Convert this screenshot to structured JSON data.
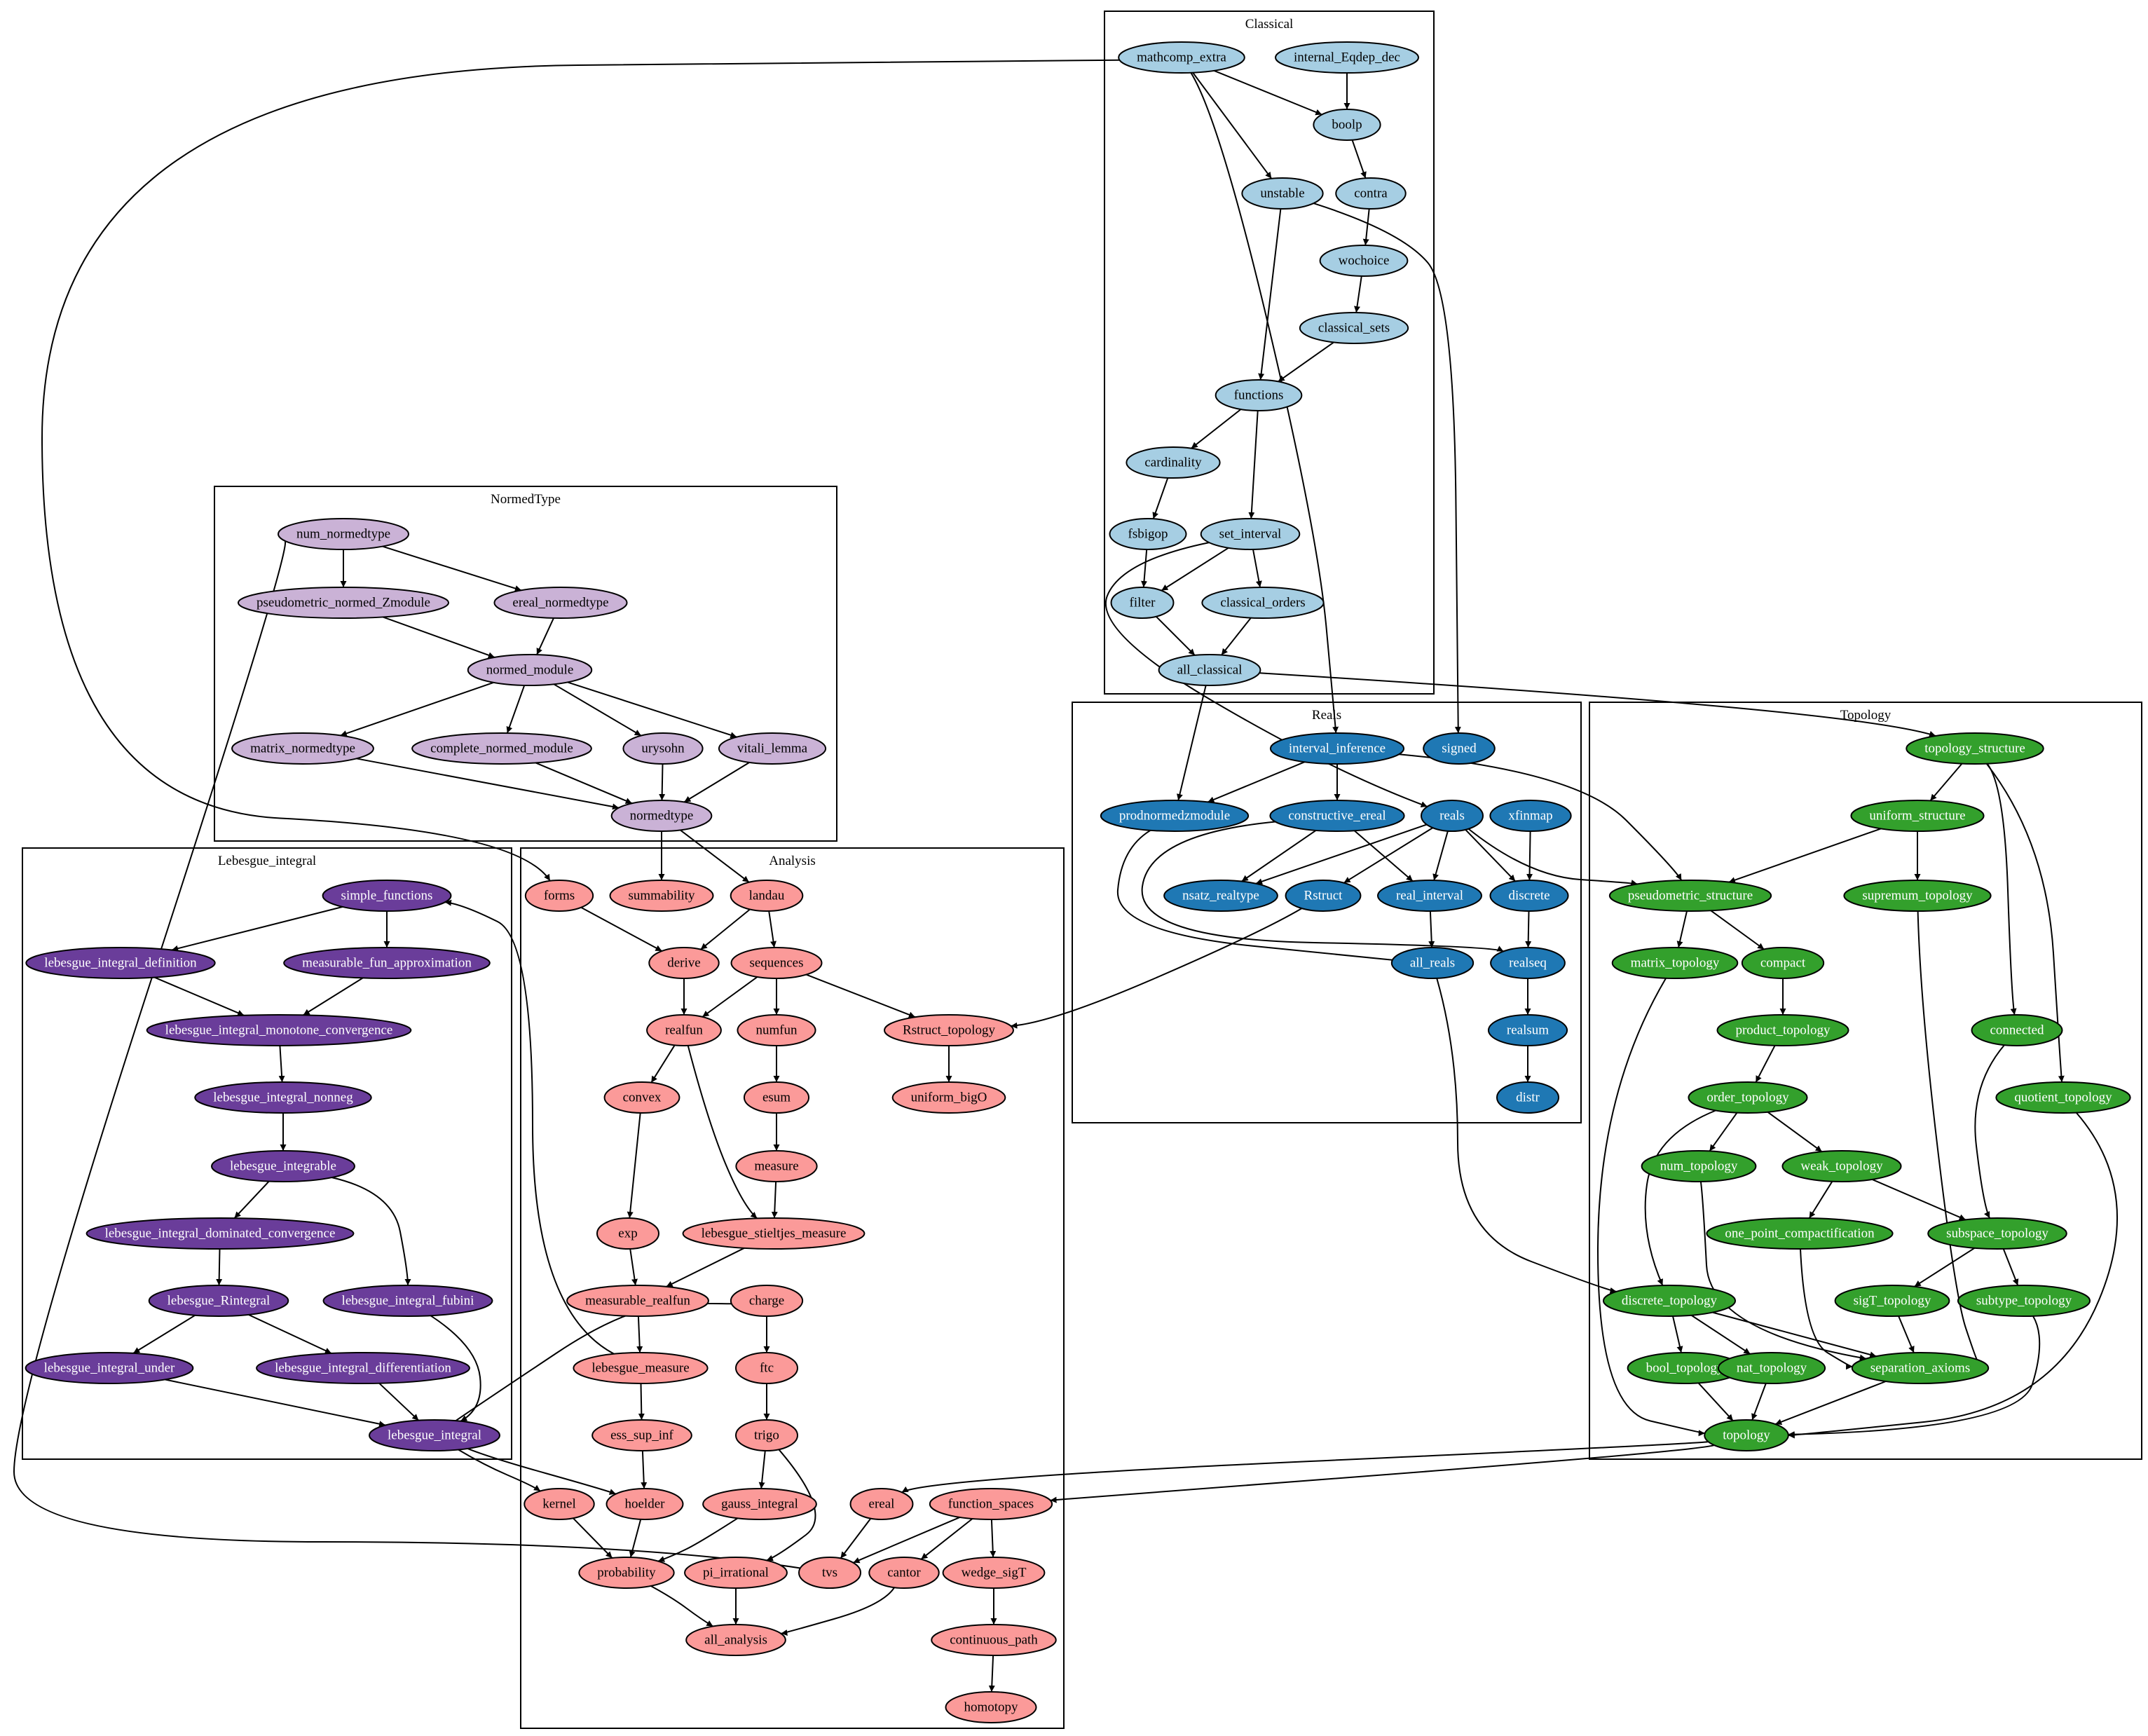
{
  "palette": {
    "Classical": {
      "fill": "#a6cee3",
      "text": "#000000"
    },
    "NormedType": {
      "fill": "#cab2d6",
      "text": "#000000"
    },
    "Reals": {
      "fill": "#1f78b4",
      "text": "#ffffff"
    },
    "Topology": {
      "fill": "#33a02c",
      "text": "#ffffff"
    },
    "Lebesgue_integral": {
      "fill": "#6a3d9a",
      "text": "#ffffff"
    },
    "Analysis": {
      "fill": "#fb9a99",
      "text": "#000000"
    }
  },
  "clusters": [
    {
      "id": "Classical",
      "label": "Classical"
    },
    {
      "id": "NormedType",
      "label": "NormedType"
    },
    {
      "id": "Reals",
      "label": "Reals"
    },
    {
      "id": "Topology",
      "label": "Topology"
    },
    {
      "id": "Lebesgue_integral",
      "label": "Lebesgue_integral"
    },
    {
      "id": "Analysis",
      "label": "Analysis"
    }
  ],
  "nodes": [
    {
      "id": "mathcomp_extra",
      "label": "mathcomp_extra",
      "cluster": "Classical"
    },
    {
      "id": "internal_Eqdep_dec",
      "label": "internal_Eqdep_dec",
      "cluster": "Classical"
    },
    {
      "id": "boolp",
      "label": "boolp",
      "cluster": "Classical"
    },
    {
      "id": "unstable",
      "label": "unstable",
      "cluster": "Classical"
    },
    {
      "id": "contra",
      "label": "contra",
      "cluster": "Classical"
    },
    {
      "id": "wochoice",
      "label": "wochoice",
      "cluster": "Classical"
    },
    {
      "id": "classical_sets",
      "label": "classical_sets",
      "cluster": "Classical"
    },
    {
      "id": "functions",
      "label": "functions",
      "cluster": "Classical"
    },
    {
      "id": "cardinality",
      "label": "cardinality",
      "cluster": "Classical"
    },
    {
      "id": "fsbigop",
      "label": "fsbigop",
      "cluster": "Classical"
    },
    {
      "id": "set_interval",
      "label": "set_interval",
      "cluster": "Classical"
    },
    {
      "id": "filter",
      "label": "filter",
      "cluster": "Classical"
    },
    {
      "id": "classical_orders",
      "label": "classical_orders",
      "cluster": "Classical"
    },
    {
      "id": "all_classical",
      "label": "all_classical",
      "cluster": "Classical"
    },
    {
      "id": "num_normedtype",
      "label": "num_normedtype",
      "cluster": "NormedType"
    },
    {
      "id": "pseudometric_normed_Zmodule",
      "label": "pseudometric_normed_Zmodule",
      "cluster": "NormedType"
    },
    {
      "id": "ereal_normedtype",
      "label": "ereal_normedtype",
      "cluster": "NormedType"
    },
    {
      "id": "normed_module",
      "label": "normed_module",
      "cluster": "NormedType"
    },
    {
      "id": "matrix_normedtype",
      "label": "matrix_normedtype",
      "cluster": "NormedType"
    },
    {
      "id": "complete_normed_module",
      "label": "complete_normed_module",
      "cluster": "NormedType"
    },
    {
      "id": "urysohn",
      "label": "urysohn",
      "cluster": "NormedType"
    },
    {
      "id": "vitali_lemma",
      "label": "vitali_lemma",
      "cluster": "NormedType"
    },
    {
      "id": "normedtype",
      "label": "normedtype",
      "cluster": "NormedType"
    },
    {
      "id": "interval_inference",
      "label": "interval_inference",
      "cluster": "Reals"
    },
    {
      "id": "signed",
      "label": "signed",
      "cluster": "Reals"
    },
    {
      "id": "prodnormedzmodule",
      "label": "prodnormedzmodule",
      "cluster": "Reals"
    },
    {
      "id": "constructive_ereal",
      "label": "constructive_ereal",
      "cluster": "Reals"
    },
    {
      "id": "reals",
      "label": "reals",
      "cluster": "Reals"
    },
    {
      "id": "xfinmap",
      "label": "xfinmap",
      "cluster": "Reals"
    },
    {
      "id": "nsatz_realtype",
      "label": "nsatz_realtype",
      "cluster": "Reals"
    },
    {
      "id": "Rstruct",
      "label": "Rstruct",
      "cluster": "Reals"
    },
    {
      "id": "real_interval",
      "label": "real_interval",
      "cluster": "Reals"
    },
    {
      "id": "discrete",
      "label": "discrete",
      "cluster": "Reals"
    },
    {
      "id": "all_reals",
      "label": "all_reals",
      "cluster": "Reals"
    },
    {
      "id": "realseq",
      "label": "realseq",
      "cluster": "Reals"
    },
    {
      "id": "realsum",
      "label": "realsum",
      "cluster": "Reals"
    },
    {
      "id": "distr",
      "label": "distr",
      "cluster": "Reals"
    },
    {
      "id": "topology_structure",
      "label": "topology_structure",
      "cluster": "Topology"
    },
    {
      "id": "uniform_structure",
      "label": "uniform_structure",
      "cluster": "Topology"
    },
    {
      "id": "pseudometric_structure",
      "label": "pseudometric_structure",
      "cluster": "Topology"
    },
    {
      "id": "supremum_topology",
      "label": "supremum_topology",
      "cluster": "Topology"
    },
    {
      "id": "matrix_topology",
      "label": "matrix_topology",
      "cluster": "Topology"
    },
    {
      "id": "compact",
      "label": "compact",
      "cluster": "Topology"
    },
    {
      "id": "product_topology",
      "label": "product_topology",
      "cluster": "Topology"
    },
    {
      "id": "connected",
      "label": "connected",
      "cluster": "Topology"
    },
    {
      "id": "order_topology",
      "label": "order_topology",
      "cluster": "Topology"
    },
    {
      "id": "quotient_topology",
      "label": "quotient_topology",
      "cluster": "Topology"
    },
    {
      "id": "num_topology",
      "label": "num_topology",
      "cluster": "Topology"
    },
    {
      "id": "weak_topology",
      "label": "weak_topology",
      "cluster": "Topology"
    },
    {
      "id": "one_point_compactification",
      "label": "one_point_compactification",
      "cluster": "Topology"
    },
    {
      "id": "subspace_topology",
      "label": "subspace_topology",
      "cluster": "Topology"
    },
    {
      "id": "discrete_topology",
      "label": "discrete_topology",
      "cluster": "Topology"
    },
    {
      "id": "sigT_topology",
      "label": "sigT_topology",
      "cluster": "Topology"
    },
    {
      "id": "subtype_topology",
      "label": "subtype_topology",
      "cluster": "Topology"
    },
    {
      "id": "bool_topology",
      "label": "bool_topology",
      "cluster": "Topology"
    },
    {
      "id": "nat_topology",
      "label": "nat_topology",
      "cluster": "Topology"
    },
    {
      "id": "separation_axioms",
      "label": "separation_axioms",
      "cluster": "Topology"
    },
    {
      "id": "topology",
      "label": "topology",
      "cluster": "Topology"
    },
    {
      "id": "simple_functions",
      "label": "simple_functions",
      "cluster": "Lebesgue_integral"
    },
    {
      "id": "lebesgue_integral_definition",
      "label": "lebesgue_integral_definition",
      "cluster": "Lebesgue_integral"
    },
    {
      "id": "measurable_fun_approximation",
      "label": "measurable_fun_approximation",
      "cluster": "Lebesgue_integral"
    },
    {
      "id": "lebesgue_integral_monotone_convergence",
      "label": "lebesgue_integral_monotone_convergence",
      "cluster": "Lebesgue_integral"
    },
    {
      "id": "lebesgue_integral_nonneg",
      "label": "lebesgue_integral_nonneg",
      "cluster": "Lebesgue_integral"
    },
    {
      "id": "lebesgue_integrable",
      "label": "lebesgue_integrable",
      "cluster": "Lebesgue_integral"
    },
    {
      "id": "lebesgue_integral_dominated_convergence",
      "label": "lebesgue_integral_dominated_convergence",
      "cluster": "Lebesgue_integral"
    },
    {
      "id": "lebesgue_Rintegral",
      "label": "lebesgue_Rintegral",
      "cluster": "Lebesgue_integral"
    },
    {
      "id": "lebesgue_integral_fubini",
      "label": "lebesgue_integral_fubini",
      "cluster": "Lebesgue_integral"
    },
    {
      "id": "lebesgue_integral_under",
      "label": "lebesgue_integral_under",
      "cluster": "Lebesgue_integral"
    },
    {
      "id": "lebesgue_integral_differentiation",
      "label": "lebesgue_integral_differentiation",
      "cluster": "Lebesgue_integral"
    },
    {
      "id": "lebesgue_integral",
      "label": "lebesgue_integral",
      "cluster": "Lebesgue_integral"
    },
    {
      "id": "forms",
      "label": "forms",
      "cluster": "Analysis"
    },
    {
      "id": "summability",
      "label": "summability",
      "cluster": "Analysis"
    },
    {
      "id": "landau",
      "label": "landau",
      "cluster": "Analysis"
    },
    {
      "id": "derive",
      "label": "derive",
      "cluster": "Analysis"
    },
    {
      "id": "sequences",
      "label": "sequences",
      "cluster": "Analysis"
    },
    {
      "id": "realfun",
      "label": "realfun",
      "cluster": "Analysis"
    },
    {
      "id": "numfun",
      "label": "numfun",
      "cluster": "Analysis"
    },
    {
      "id": "Rstruct_topology",
      "label": "Rstruct_topology",
      "cluster": "Analysis"
    },
    {
      "id": "convex",
      "label": "convex",
      "cluster": "Analysis"
    },
    {
      "id": "esum",
      "label": "esum",
      "cluster": "Analysis"
    },
    {
      "id": "uniform_bigO",
      "label": "uniform_bigO",
      "cluster": "Analysis"
    },
    {
      "id": "measure",
      "label": "measure",
      "cluster": "Analysis"
    },
    {
      "id": "exp",
      "label": "exp",
      "cluster": "Analysis"
    },
    {
      "id": "lebesgue_stieltjes_measure",
      "label": "lebesgue_stieltjes_measure",
      "cluster": "Analysis"
    },
    {
      "id": "measurable_realfun",
      "label": "measurable_realfun",
      "cluster": "Analysis"
    },
    {
      "id": "charge",
      "label": "charge",
      "cluster": "Analysis"
    },
    {
      "id": "lebesgue_measure",
      "label": "lebesgue_measure",
      "cluster": "Analysis"
    },
    {
      "id": "ftc",
      "label": "ftc",
      "cluster": "Analysis"
    },
    {
      "id": "ess_sup_inf",
      "label": "ess_sup_inf",
      "cluster": "Analysis"
    },
    {
      "id": "trigo",
      "label": "trigo",
      "cluster": "Analysis"
    },
    {
      "id": "kernel",
      "label": "kernel",
      "cluster": "Analysis"
    },
    {
      "id": "hoelder",
      "label": "hoelder",
      "cluster": "Analysis"
    },
    {
      "id": "gauss_integral",
      "label": "gauss_integral",
      "cluster": "Analysis"
    },
    {
      "id": "ereal",
      "label": "ereal",
      "cluster": "Analysis"
    },
    {
      "id": "function_spaces",
      "label": "function_spaces",
      "cluster": "Analysis"
    },
    {
      "id": "probability",
      "label": "probability",
      "cluster": "Analysis"
    },
    {
      "id": "pi_irrational",
      "label": "pi_irrational",
      "cluster": "Analysis"
    },
    {
      "id": "tvs",
      "label": "tvs",
      "cluster": "Analysis"
    },
    {
      "id": "cantor",
      "label": "cantor",
      "cluster": "Analysis"
    },
    {
      "id": "wedge_sigT",
      "label": "wedge_sigT",
      "cluster": "Analysis"
    },
    {
      "id": "all_analysis",
      "label": "all_analysis",
      "cluster": "Analysis"
    },
    {
      "id": "continuous_path",
      "label": "continuous_path",
      "cluster": "Analysis"
    },
    {
      "id": "homotopy",
      "label": "homotopy",
      "cluster": "Analysis"
    }
  ],
  "edges": [
    [
      "mathcomp_extra",
      "boolp"
    ],
    [
      "internal_Eqdep_dec",
      "boolp"
    ],
    [
      "mathcomp_extra",
      "unstable"
    ],
    [
      "mathcomp_extra",
      "interval_inference"
    ],
    [
      "mathcomp_extra",
      "forms"
    ],
    [
      "boolp",
      "contra"
    ],
    [
      "contra",
      "wochoice"
    ],
    [
      "wochoice",
      "classical_sets"
    ],
    [
      "unstable",
      "functions"
    ],
    [
      "unstable",
      "signed"
    ],
    [
      "classical_sets",
      "functions"
    ],
    [
      "functions",
      "cardinality"
    ],
    [
      "functions",
      "set_interval"
    ],
    [
      "cardinality",
      "fsbigop"
    ],
    [
      "fsbigop",
      "filter"
    ],
    [
      "set_interval",
      "filter"
    ],
    [
      "set_interval",
      "classical_orders"
    ],
    [
      "set_interval",
      "reals"
    ],
    [
      "filter",
      "all_classical"
    ],
    [
      "classical_orders",
      "all_classical"
    ],
    [
      "all_classical",
      "prodnormedzmodule"
    ],
    [
      "all_classical",
      "topology_structure"
    ],
    [
      "num_normedtype",
      "pseudometric_normed_Zmodule"
    ],
    [
      "num_normedtype",
      "ereal_normedtype"
    ],
    [
      "pseudometric_normed_Zmodule",
      "normed_module"
    ],
    [
      "ereal_normedtype",
      "normed_module"
    ],
    [
      "normed_module",
      "matrix_normedtype"
    ],
    [
      "normed_module",
      "complete_normed_module"
    ],
    [
      "normed_module",
      "urysohn"
    ],
    [
      "normed_module",
      "vitali_lemma"
    ],
    [
      "matrix_normedtype",
      "normedtype"
    ],
    [
      "complete_normed_module",
      "normedtype"
    ],
    [
      "urysohn",
      "normedtype"
    ],
    [
      "vitali_lemma",
      "normedtype"
    ],
    [
      "normedtype",
      "summability"
    ],
    [
      "normedtype",
      "landau"
    ],
    [
      "interval_inference",
      "prodnormedzmodule"
    ],
    [
      "interval_inference",
      "constructive_ereal"
    ],
    [
      "interval_inference",
      "pseudometric_structure"
    ],
    [
      "constructive_ereal",
      "nsatz_realtype"
    ],
    [
      "constructive_ereal",
      "real_interval"
    ],
    [
      "constructive_ereal",
      "realseq"
    ],
    [
      "reals",
      "nsatz_realtype"
    ],
    [
      "reals",
      "Rstruct"
    ],
    [
      "reals",
      "real_interval"
    ],
    [
      "reals",
      "discrete"
    ],
    [
      "reals",
      "pseudometric_structure"
    ],
    [
      "xfinmap",
      "discrete"
    ],
    [
      "real_interval",
      "all_reals"
    ],
    [
      "prodnormedzmodule",
      "all_reals"
    ],
    [
      "discrete",
      "realseq"
    ],
    [
      "realseq",
      "realsum"
    ],
    [
      "realsum",
      "distr"
    ],
    [
      "Rstruct",
      "Rstruct_topology"
    ],
    [
      "all_reals",
      "discrete_topology"
    ],
    [
      "topology_structure",
      "uniform_structure"
    ],
    [
      "topology_structure",
      "connected"
    ],
    [
      "topology_structure",
      "quotient_topology"
    ],
    [
      "uniform_structure",
      "pseudometric_structure"
    ],
    [
      "uniform_structure",
      "supremum_topology"
    ],
    [
      "pseudometric_structure",
      "matrix_topology"
    ],
    [
      "pseudometric_structure",
      "compact"
    ],
    [
      "compact",
      "product_topology"
    ],
    [
      "product_topology",
      "order_topology"
    ],
    [
      "order_topology",
      "num_topology"
    ],
    [
      "order_topology",
      "weak_topology"
    ],
    [
      "order_topology",
      "discrete_topology"
    ],
    [
      "weak_topology",
      "one_point_compactification"
    ],
    [
      "weak_topology",
      "subspace_topology"
    ],
    [
      "connected",
      "subspace_topology"
    ],
    [
      "subspace_topology",
      "sigT_topology"
    ],
    [
      "subspace_topology",
      "subtype_topology"
    ],
    [
      "discrete_topology",
      "bool_topology"
    ],
    [
      "discrete_topology",
      "nat_topology"
    ],
    [
      "discrete_topology",
      "separation_axioms"
    ],
    [
      "sigT_topology",
      "separation_axioms"
    ],
    [
      "num_topology",
      "separation_axioms"
    ],
    [
      "one_point_compactification",
      "separation_axioms"
    ],
    [
      "supremum_topology",
      "separation_axioms"
    ],
    [
      "bool_topology",
      "topology"
    ],
    [
      "nat_topology",
      "topology"
    ],
    [
      "separation_axioms",
      "topology"
    ],
    [
      "matrix_topology",
      "topology"
    ],
    [
      "subtype_topology",
      "topology"
    ],
    [
      "quotient_topology",
      "topology"
    ],
    [
      "topology",
      "ereal"
    ],
    [
      "topology",
      "function_spaces"
    ],
    [
      "simple_functions",
      "lebesgue_integral_definition"
    ],
    [
      "simple_functions",
      "measurable_fun_approximation"
    ],
    [
      "lebesgue_integral_definition",
      "lebesgue_integral_monotone_convergence"
    ],
    [
      "measurable_fun_approximation",
      "lebesgue_integral_monotone_convergence"
    ],
    [
      "lebesgue_integral_monotone_convergence",
      "lebesgue_integral_nonneg"
    ],
    [
      "lebesgue_integral_nonneg",
      "lebesgue_integrable"
    ],
    [
      "lebesgue_integrable",
      "lebesgue_integral_dominated_convergence"
    ],
    [
      "lebesgue_integrable",
      "lebesgue_integral_fubini"
    ],
    [
      "lebesgue_integral_dominated_convergence",
      "lebesgue_Rintegral"
    ],
    [
      "lebesgue_Rintegral",
      "lebesgue_integral_under"
    ],
    [
      "lebesgue_Rintegral",
      "lebesgue_integral_differentiation"
    ],
    [
      "lebesgue_integral_under",
      "lebesgue_integral"
    ],
    [
      "lebesgue_integral_differentiation",
      "lebesgue_integral"
    ],
    [
      "lebesgue_integral_fubini",
      "lebesgue_integral"
    ],
    [
      "lebesgue_integral",
      "charge"
    ],
    [
      "lebesgue_integral",
      "kernel"
    ],
    [
      "lebesgue_integral",
      "hoelder"
    ],
    [
      "forms",
      "derive"
    ],
    [
      "landau",
      "derive"
    ],
    [
      "landau",
      "sequences"
    ],
    [
      "derive",
      "realfun"
    ],
    [
      "sequences",
      "realfun"
    ],
    [
      "sequences",
      "numfun"
    ],
    [
      "sequences",
      "Rstruct_topology"
    ],
    [
      "Rstruct_topology",
      "uniform_bigO"
    ],
    [
      "realfun",
      "convex"
    ],
    [
      "realfun",
      "lebesgue_stieltjes_measure"
    ],
    [
      "numfun",
      "esum"
    ],
    [
      "esum",
      "measure"
    ],
    [
      "measure",
      "lebesgue_stieltjes_measure"
    ],
    [
      "convex",
      "exp"
    ],
    [
      "exp",
      "measurable_realfun"
    ],
    [
      "lebesgue_stieltjes_measure",
      "measurable_realfun"
    ],
    [
      "measurable_realfun",
      "lebesgue_measure"
    ],
    [
      "lebesgue_measure",
      "simple_functions"
    ],
    [
      "lebesgue_measure",
      "ess_sup_inf"
    ],
    [
      "ess_sup_inf",
      "hoelder"
    ],
    [
      "charge",
      "ftc"
    ],
    [
      "ftc",
      "trigo"
    ],
    [
      "trigo",
      "gauss_integral"
    ],
    [
      "trigo",
      "pi_irrational"
    ],
    [
      "kernel",
      "probability"
    ],
    [
      "hoelder",
      "probability"
    ],
    [
      "gauss_integral",
      "probability"
    ],
    [
      "probability",
      "all_analysis"
    ],
    [
      "pi_irrational",
      "all_analysis"
    ],
    [
      "cantor",
      "all_analysis"
    ],
    [
      "ereal",
      "tvs"
    ],
    [
      "function_spaces",
      "tvs"
    ],
    [
      "function_spaces",
      "cantor"
    ],
    [
      "function_spaces",
      "wedge_sigT"
    ],
    [
      "wedge_sigT",
      "continuous_path"
    ],
    [
      "continuous_path",
      "homotopy"
    ],
    [
      "tvs",
      "num_normedtype"
    ]
  ]
}
